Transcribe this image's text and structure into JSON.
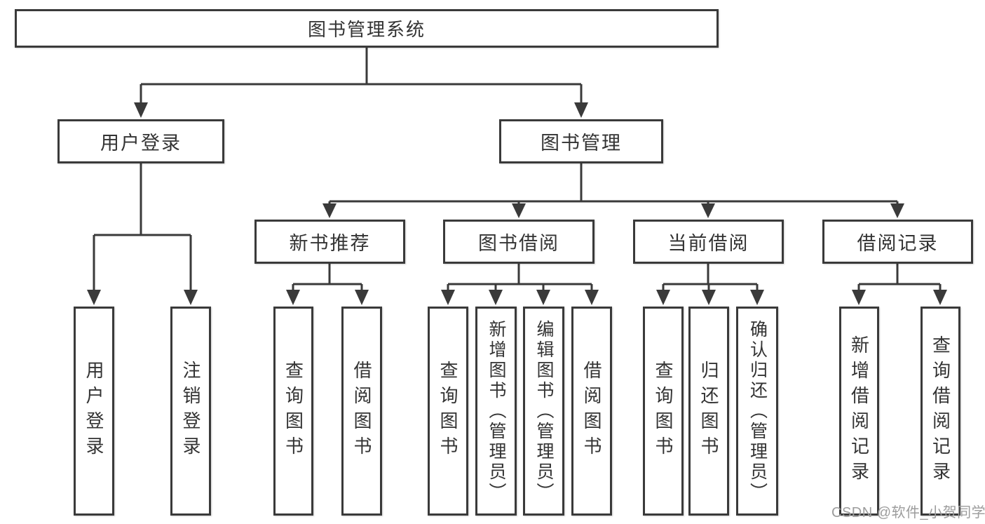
{
  "diagram": {
    "title": "图书管理系统",
    "root": {
      "label": "图书管理系统",
      "children": [
        {
          "label": "用户登录",
          "children": [
            {
              "label": "用户登录"
            },
            {
              "label": "注销登录"
            }
          ]
        },
        {
          "label": "图书管理",
          "children": [
            {
              "label": "新书推荐",
              "children": [
                {
                  "label": "查询图书"
                },
                {
                  "label": "借阅图书"
                }
              ]
            },
            {
              "label": "图书借阅",
              "children": [
                {
                  "label": "查询图书"
                },
                {
                  "label": "新增图书（管理员）"
                },
                {
                  "label": "编辑图书（管理员）"
                },
                {
                  "label": "借阅图书"
                }
              ]
            },
            {
              "label": "当前借阅",
              "children": [
                {
                  "label": "查询图书"
                },
                {
                  "label": "归还图书"
                },
                {
                  "label": "确认归还（管理员）"
                }
              ]
            },
            {
              "label": "借阅记录",
              "children": [
                {
                  "label": "新增借阅记录"
                },
                {
                  "label": "查询借阅记录"
                }
              ]
            }
          ]
        }
      ]
    }
  },
  "watermark": {
    "text": "CSDN @软件_小贺同学"
  },
  "colors": {
    "line": "#3a3a3a",
    "text": "#333333",
    "background": "#ffffff",
    "watermark": "#9c9c9c"
  }
}
